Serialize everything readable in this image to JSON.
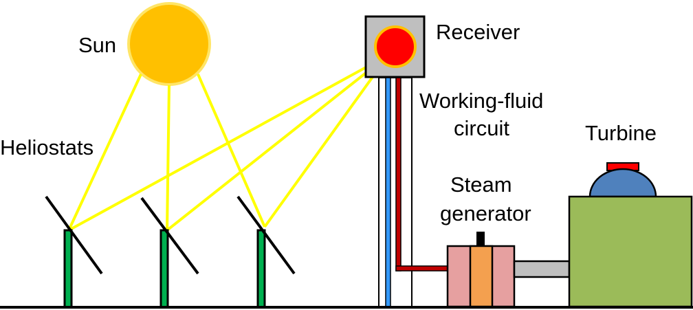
{
  "labels": {
    "sun": "Sun",
    "heliostats": "Heliostats",
    "receiver": "Receiver",
    "circuit_line1": "Working-fluid",
    "circuit_line2": "circuit",
    "turbine": "Turbine",
    "steam_line1": "Steam",
    "steam_line2": "generator"
  },
  "colors": {
    "sun_fill": "#ffc000",
    "sun_stroke": "#ffe566",
    "ray": "#ffff00",
    "receiver_box": "#bfbfbf",
    "receiver_hot": "#ff0000",
    "receiver_ring": "#ffc000",
    "pipe_cold": "#3399ff",
    "pipe_hot": "#c00000",
    "steam_gen": "#e6a0a0",
    "steam_core": "#f4a04f",
    "turbine_body": "#9bbb59",
    "turbine_dome": "#4f81bd",
    "turbine_cap": "#ff0000",
    "heliostat_post": "#00b050",
    "shaft": "#bfbfbf"
  },
  "icons": {
    "sun": "sun-icon",
    "heliostat": "mirror-icon",
    "receiver": "receiver-icon",
    "turbine": "turbine-icon"
  }
}
